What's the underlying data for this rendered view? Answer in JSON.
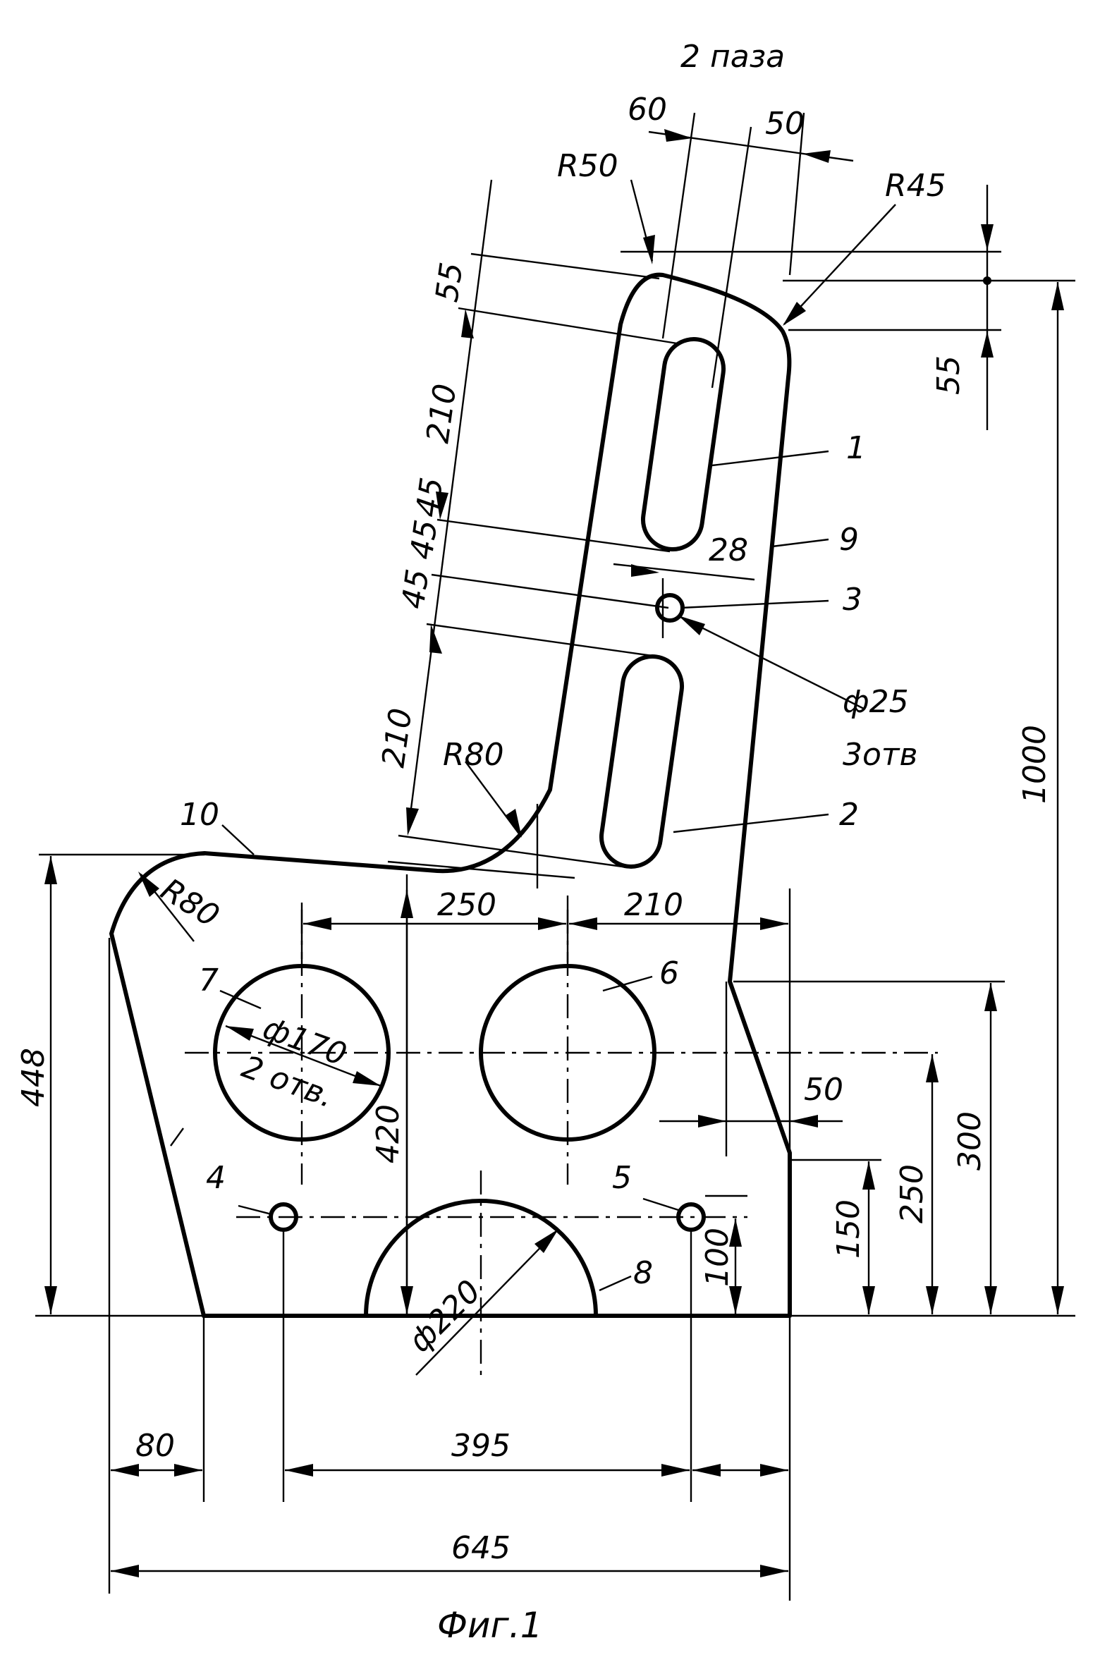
{
  "figure": {
    "caption": "Фиг.1"
  },
  "dimensions": {
    "slots_note": "2 паза",
    "slot_pitch_left": "60",
    "slot_pitch_right": "50",
    "radius_top_left": "R50",
    "radius_top_right": "R45",
    "offset_top_left": "55",
    "offset_top_right": "55",
    "slot_length_upper": "210",
    "spacing_a": "45",
    "spacing_b": "45",
    "spacing_c": "45",
    "hole_spacing": "28",
    "hole_diameter": "ф25",
    "hole_count": "3отв",
    "slot_length_lower": "210",
    "radius_seat_inner": "R80",
    "radius_seat_outer": "R80",
    "total_height": "1000",
    "seat_height": "448",
    "span_250": "250",
    "span_210": "210",
    "large_hole_diameter": "ф170",
    "large_hole_count": "2 отв.",
    "height_420": "420",
    "step_50": "50",
    "height_300": "300",
    "height_250": "250",
    "height_150": "150",
    "height_100": "100",
    "cutout_diameter": "ф220",
    "base_offset_80": "80",
    "hole_span_395": "395",
    "total_width_645": "645"
  },
  "callouts": [
    "1",
    "2",
    "3",
    "4",
    "5",
    "6",
    "7",
    "8",
    "9",
    "10"
  ]
}
